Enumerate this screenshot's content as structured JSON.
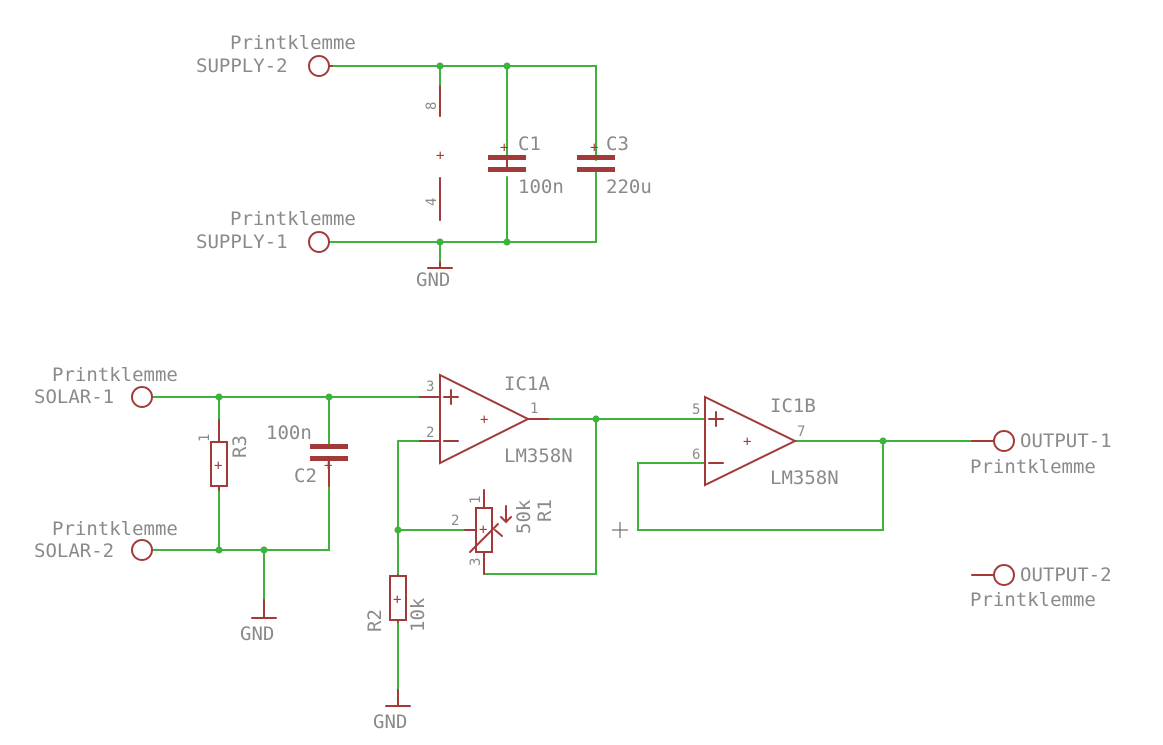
{
  "colors": {
    "wire": "#3db23d",
    "symbol": "#a33a3a",
    "text": "#8a8a8a",
    "background": "#ffffff"
  },
  "connectors": {
    "supply2": {
      "type": "Printklemme",
      "name": "SUPPLY-2"
    },
    "supply1": {
      "type": "Printklemme",
      "name": "SUPPLY-1"
    },
    "solar1": {
      "type": "Printklemme",
      "name": "SOLAR-1"
    },
    "solar2": {
      "type": "Printklemme",
      "name": "SOLAR-2"
    },
    "output1": {
      "type": "Printklemme",
      "name": "OUTPUT-1"
    },
    "output2": {
      "type": "Printklemme",
      "name": "OUTPUT-2"
    }
  },
  "power": {
    "pin8": "8",
    "pin4": "4",
    "gnd_top": "GND",
    "gnd_left": "GND",
    "gnd_bottom": "GND"
  },
  "capacitors": {
    "c1": {
      "name": "C1",
      "value": "100n"
    },
    "c3": {
      "name": "C3",
      "value": "220u"
    },
    "c2": {
      "name": "C2",
      "value": "100n"
    }
  },
  "resistors": {
    "r3": {
      "name": "R3",
      "pin1": "1"
    },
    "r1": {
      "name": "R1",
      "value": "50k",
      "pin1": "1",
      "pin2": "2",
      "pin3": "3"
    },
    "r2": {
      "name": "R2",
      "value": "10k"
    }
  },
  "opamps": {
    "ic1a": {
      "name": "IC1A",
      "part": "LM358N",
      "pin_plus": "3",
      "pin_minus": "2",
      "pin_out": "1"
    },
    "ic1b": {
      "name": "IC1B",
      "part": "LM358N",
      "pin_plus": "5",
      "pin_minus": "6",
      "pin_out": "7"
    }
  }
}
